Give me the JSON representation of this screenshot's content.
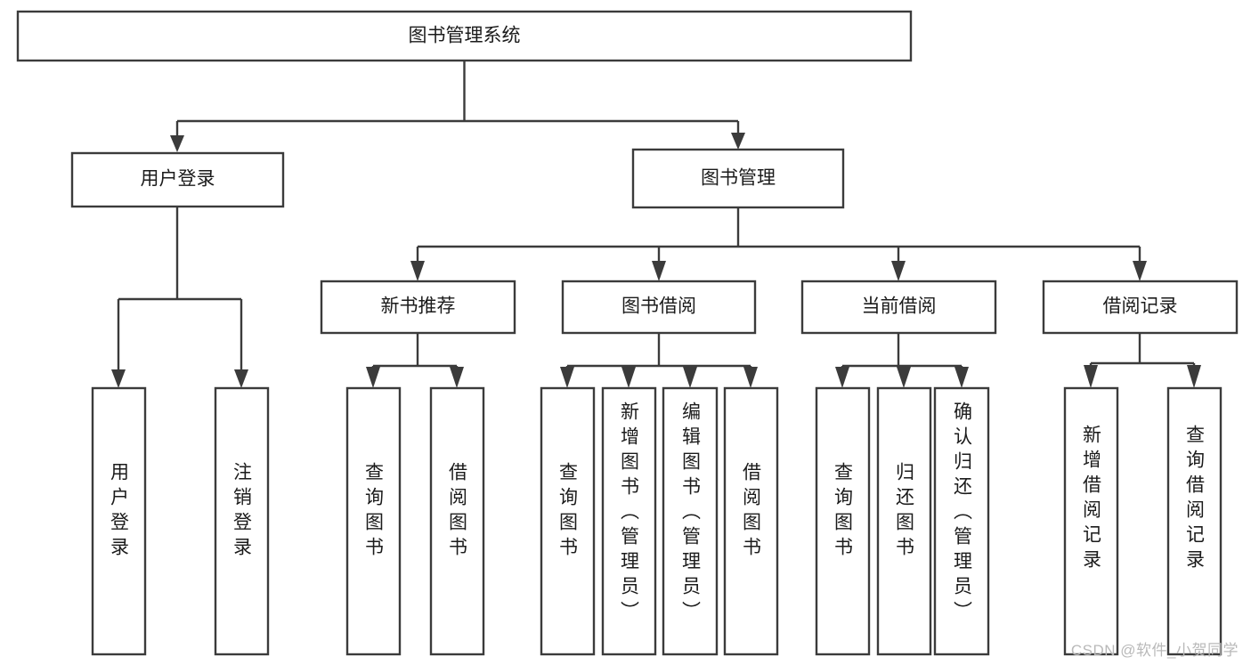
{
  "diagram": {
    "type": "tree-hierarchy",
    "title": "图书管理系统",
    "watermark": "CSDN @软件_小贺同学",
    "colors": {
      "box_stroke": "#3b3b3b",
      "box_fill": "#ffffff",
      "text": "#1b1b1b",
      "connector": "#3b3b3b",
      "background": "#ffffff",
      "watermark": "#b9b9b9"
    },
    "nodes": {
      "root": {
        "label": "图书管理系统",
        "orientation": "horizontal"
      },
      "level1": [
        {
          "id": "user-login",
          "label": "用户登录",
          "orientation": "horizontal"
        },
        {
          "id": "book-management",
          "label": "图书管理",
          "orientation": "horizontal"
        }
      ],
      "level2": [
        {
          "id": "new-book-recommend",
          "label": "新书推荐",
          "orientation": "horizontal"
        },
        {
          "id": "book-borrow",
          "label": "图书借阅",
          "orientation": "horizontal"
        },
        {
          "id": "current-borrow",
          "label": "当前借阅",
          "orientation": "horizontal"
        },
        {
          "id": "borrow-record",
          "label": "借阅记录",
          "orientation": "horizontal"
        }
      ],
      "leaves": [
        {
          "id": "leaf-user-login",
          "parent": "user-login",
          "label": "用户登录",
          "orientation": "vertical"
        },
        {
          "id": "leaf-user-logout",
          "parent": "user-login",
          "label": "注销登录",
          "orientation": "vertical"
        },
        {
          "id": "leaf-query-book-1",
          "parent": "new-book-recommend",
          "label": "查询图书",
          "orientation": "vertical"
        },
        {
          "id": "leaf-borrow-book-1",
          "parent": "new-book-recommend",
          "label": "借阅图书",
          "orientation": "vertical"
        },
        {
          "id": "leaf-query-book-2",
          "parent": "book-borrow",
          "label": "查询图书",
          "orientation": "vertical"
        },
        {
          "id": "leaf-add-book",
          "parent": "book-borrow",
          "label": "新增图书（管理员）",
          "orientation": "vertical"
        },
        {
          "id": "leaf-edit-book",
          "parent": "book-borrow",
          "label": "编辑图书（管理员）",
          "orientation": "vertical"
        },
        {
          "id": "leaf-borrow-book-2",
          "parent": "book-borrow",
          "label": "借阅图书",
          "orientation": "vertical"
        },
        {
          "id": "leaf-query-book-3",
          "parent": "current-borrow",
          "label": "查询图书",
          "orientation": "vertical"
        },
        {
          "id": "leaf-return-book",
          "parent": "current-borrow",
          "label": "归还图书",
          "orientation": "vertical"
        },
        {
          "id": "leaf-confirm-return",
          "parent": "current-borrow",
          "label": "确认归还（管理员）",
          "orientation": "vertical"
        },
        {
          "id": "leaf-add-record",
          "parent": "borrow-record",
          "label": "新增借阅记录",
          "orientation": "vertical"
        },
        {
          "id": "leaf-query-record",
          "parent": "borrow-record",
          "label": "查询借阅记录",
          "orientation": "vertical"
        }
      ]
    }
  }
}
